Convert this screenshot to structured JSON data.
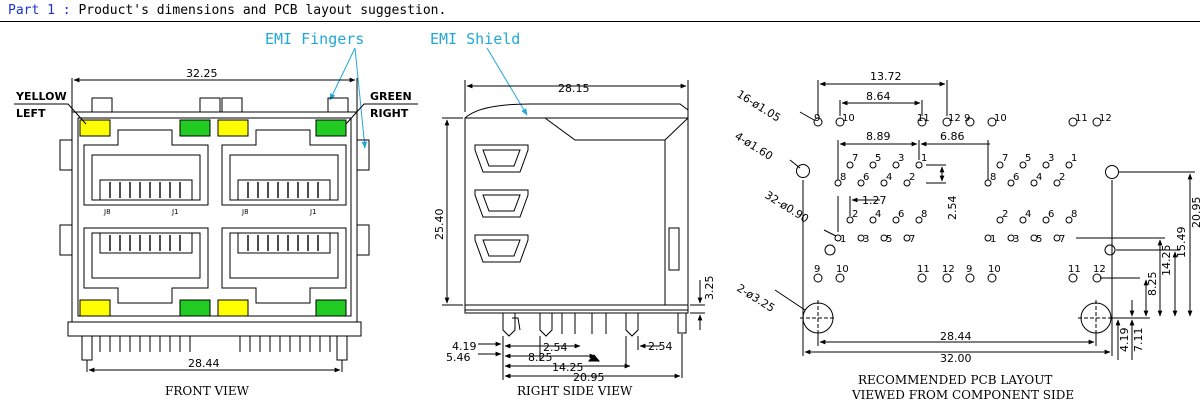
{
  "header": {
    "part": "Part 1",
    "separator": ":",
    "title": "Product's dimensions and PCB layout suggestion."
  },
  "colors": {
    "accent": "#1a33cc",
    "emi": "#22a8d8",
    "yellow": "#ffff00",
    "green": "#22cc22"
  },
  "annotations": {
    "emi_fingers": "EMI Fingers",
    "emi_shield": "EMI Shield"
  },
  "front": {
    "caption": "FRONT VIEW",
    "width": "32.25",
    "bottom": "28.44",
    "yellow_left": [
      "YELLOW",
      "LEFT"
    ],
    "green_right": [
      "GREEN",
      "RIGHT"
    ],
    "port_labels": [
      "J8",
      "J1"
    ]
  },
  "side": {
    "caption": "RIGHT SIDE VIEW",
    "depth": "28.15",
    "height": "25.40",
    "standoff": "3.25",
    "d_419": "4.19",
    "d_546": "5.46",
    "d_254": "2.54",
    "d_254b": "2.54",
    "d_825": "8.25",
    "d_1425": "14.25",
    "d_2095": "20.95"
  },
  "pcb": {
    "caption_line1": "RECOMMENDED PCB LAYOUT",
    "caption_line2": "VIEWED FROM COMPONENT SIDE",
    "holes_16": "16-ø1.05",
    "holes_4": "4-ø1.60",
    "holes_32": "32-ø0.90",
    "holes_2": "2-ø3.25",
    "d_1372": "13.72",
    "d_864": "8.64",
    "d_889": "8.89",
    "d_686": "6.86",
    "d_127": "1.27",
    "d_254": "2.54",
    "d_2844": "28.44",
    "d_3200": "32.00",
    "d_419": "4.19",
    "d_711": "7.11",
    "d_825": "8.25",
    "d_1425": "14.25",
    "d_1549": "15.49",
    "d_2095": "20.95",
    "pins": {
      "top": [
        "9",
        "10",
        "11",
        "12",
        "9",
        "10",
        "11",
        "12"
      ],
      "odd": [
        "7",
        "5",
        "3",
        "1"
      ],
      "even": [
        "8",
        "6",
        "4",
        "2"
      ],
      "bottom_even": [
        "2",
        "4",
        "6",
        "8"
      ],
      "bottom_odd": [
        "1",
        "3",
        "5",
        "7"
      ]
    }
  }
}
